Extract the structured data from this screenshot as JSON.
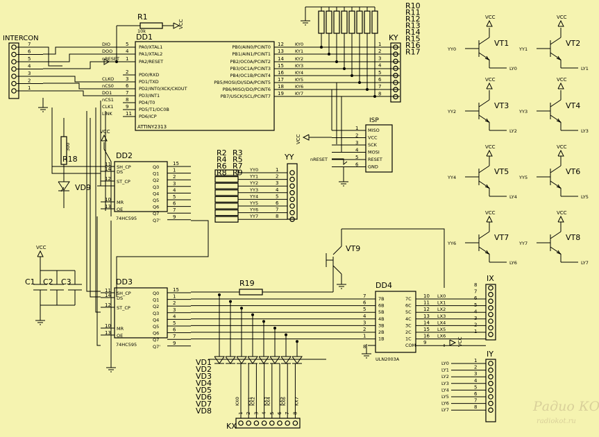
{
  "watermark": {
    "brand": "Радио КОТ",
    "site": "radiokot.ru"
  },
  "power_labels": {
    "vcc": "VCC"
  },
  "intercon": {
    "ref": "INTERCON",
    "pins": [
      "7",
      "6",
      "5",
      "4",
      "3",
      "2",
      "1"
    ]
  },
  "r1": {
    "ref": "R1",
    "value": "10k"
  },
  "r18": {
    "ref": "R18",
    "value": "300"
  },
  "vd9": {
    "ref": "VD9"
  },
  "r19": {
    "ref": "R19"
  },
  "vt9": {
    "ref": "VT9"
  },
  "caps": {
    "refs": [
      "C1",
      "C2",
      "C3"
    ]
  },
  "dd1": {
    "ref": "DD1",
    "part": "ATTINY2313",
    "net_left": [
      "DIO",
      "DOO",
      "nRESET",
      "",
      "CLKO",
      "nCS0",
      "DO1",
      "nCS1",
      "CLK1",
      "LINK"
    ],
    "left_pins": [
      "5",
      "4",
      "1",
      "2",
      "3",
      "6",
      "7",
      "8",
      "9",
      "11"
    ],
    "left_names": [
      "PA0/XTAL1",
      "PA1/XTAL2",
      "PA2/RESET",
      "PD0/RXD",
      "PD1/TXD",
      "PD2/INT0/XCK/CKOUT",
      "PD3/INT1",
      "PD4/T0",
      "PD5/T1/OC0B",
      "PD6/ICP"
    ],
    "right_names": [
      "PB0/AIN0/PCINT0",
      "PB1/AIN1/PCINT1",
      "PB2/OC0A/PCINT2",
      "PB3/OC1A/PCINT3",
      "PB4/OC1B/PCINT4",
      "PB5/MOSI/DI/SDA/PCINT5",
      "PB6/MISO/DO/PCINT6",
      "PB7/USCK/SCL/PCINT7"
    ],
    "right_pins": [
      "12",
      "13",
      "14",
      "15",
      "16",
      "17",
      "18",
      "19"
    ],
    "right_nets": [
      "KY0",
      "KY1",
      "KY2",
      "KY3",
      "KY4",
      "KY5",
      "KY6",
      "KY7"
    ]
  },
  "rpack_top": {
    "refs": [
      "R10",
      "R11",
      "R12",
      "R13",
      "R14",
      "R15",
      "R16",
      "R17"
    ]
  },
  "ky": {
    "ref": "KY",
    "pins": [
      "1",
      "2",
      "3",
      "4",
      "5",
      "6",
      "7",
      "8"
    ]
  },
  "isp": {
    "ref": "ISP",
    "pins": [
      "1",
      "2",
      "3",
      "4",
      "5",
      "6"
    ],
    "names": [
      "MISO",
      "VCC",
      "SCK",
      "MOSI",
      "RESET",
      "GND"
    ],
    "side_labels": {
      "vcc": "VCC",
      "reset": "nRESET"
    }
  },
  "dd2": {
    "ref": "DD2",
    "part": "74HC595",
    "left_pins": [
      "11",
      "14",
      "12",
      "10",
      "13"
    ],
    "left_names": [
      "SH_CP",
      "DS",
      "ST_CP",
      "MR",
      "OE"
    ],
    "out_names": [
      "Q0",
      "Q1",
      "Q2",
      "Q3",
      "Q4",
      "Q5",
      "Q6",
      "Q7",
      "Q7'"
    ],
    "out_pins": [
      "15",
      "1",
      "2",
      "3",
      "4",
      "5",
      "6",
      "7",
      "9"
    ]
  },
  "rpack_mid": {
    "refs": [
      "R2",
      "R3",
      "R4",
      "R5",
      "R6",
      "R7",
      "R8",
      "R9"
    ]
  },
  "yy": {
    "ref": "YY",
    "nets": [
      "YY0",
      "YY1",
      "YY2",
      "YY3",
      "YY4",
      "YY5",
      "YY6",
      "YY7"
    ],
    "pins": [
      "1",
      "2",
      "3",
      "4",
      "5",
      "6",
      "7",
      "8"
    ]
  },
  "dd3": {
    "ref": "DD3",
    "part": "74HC595",
    "left_pins": [
      "11",
      "14",
      "12",
      "10",
      "13"
    ],
    "left_names": [
      "SH_CP",
      "DS",
      "ST_CP",
      "MR",
      "OE"
    ],
    "out_names": [
      "Q0",
      "Q1",
      "Q2",
      "Q3",
      "Q4",
      "Q5",
      "Q6",
      "Q7",
      "Q7'"
    ],
    "out_pins": [
      "15",
      "1",
      "2",
      "3",
      "4",
      "5",
      "6",
      "7",
      "9"
    ]
  },
  "dd4": {
    "ref": "DD4",
    "part": "ULN2003A",
    "in_names": [
      "7B",
      "6B",
      "5B",
      "4B",
      "3B",
      "2B",
      "1B"
    ],
    "in_pins": [
      "7",
      "6",
      "5",
      "4",
      "3",
      "2",
      "1"
    ],
    "out_names": [
      "7C",
      "6C",
      "5C",
      "4C",
      "3C",
      "2C",
      "1C",
      "COM"
    ],
    "out_pins": [
      "10",
      "11",
      "12",
      "13",
      "14",
      "15",
      "16",
      "9"
    ],
    "out_nets": [
      "LX0",
      "LX1",
      "LX2",
      "LX3",
      "LX4",
      "LX5",
      "LX6",
      ""
    ],
    "gnd_pin": "8"
  },
  "ix": {
    "ref": "IX",
    "pins": [
      "8",
      "7",
      "6",
      "5",
      "4",
      "3",
      "2",
      "1"
    ]
  },
  "iy": {
    "ref": "IY",
    "nets": [
      "LY0",
      "LY1",
      "LY2",
      "LY3",
      "LY4",
      "LY5",
      "LY6",
      "LY7"
    ],
    "pins": [
      "1",
      "2",
      "3",
      "4",
      "5",
      "6",
      "7",
      "8"
    ]
  },
  "diodes": {
    "refs": [
      "VD1",
      "VD2",
      "VD3",
      "VD4",
      "VD5",
      "VD6",
      "VD7",
      "VD8"
    ]
  },
  "kx": {
    "ref": "KX",
    "nets": [
      "KX0",
      "KX1",
      "KX2",
      "KX3",
      "KX4",
      "KX5",
      "KX6",
      "KX7"
    ],
    "pins": [
      "1",
      "2",
      "3",
      "4",
      "5",
      "6",
      "7",
      "8"
    ]
  },
  "transistors": [
    {
      "ref": "VT1",
      "in": "YY0",
      "out": "LY0"
    },
    {
      "ref": "VT2",
      "in": "YY1",
      "out": "LY1"
    },
    {
      "ref": "VT3",
      "in": "YY2",
      "out": "LY2"
    },
    {
      "ref": "VT4",
      "in": "YY3",
      "out": "LY3"
    },
    {
      "ref": "VT5",
      "in": "YY4",
      "out": "LY4"
    },
    {
      "ref": "VT6",
      "in": "YY5",
      "out": "LY5"
    },
    {
      "ref": "VT7",
      "in": "YY6",
      "out": "LY6"
    },
    {
      "ref": "VT8",
      "in": "YY7",
      "out": "LY7"
    }
  ]
}
